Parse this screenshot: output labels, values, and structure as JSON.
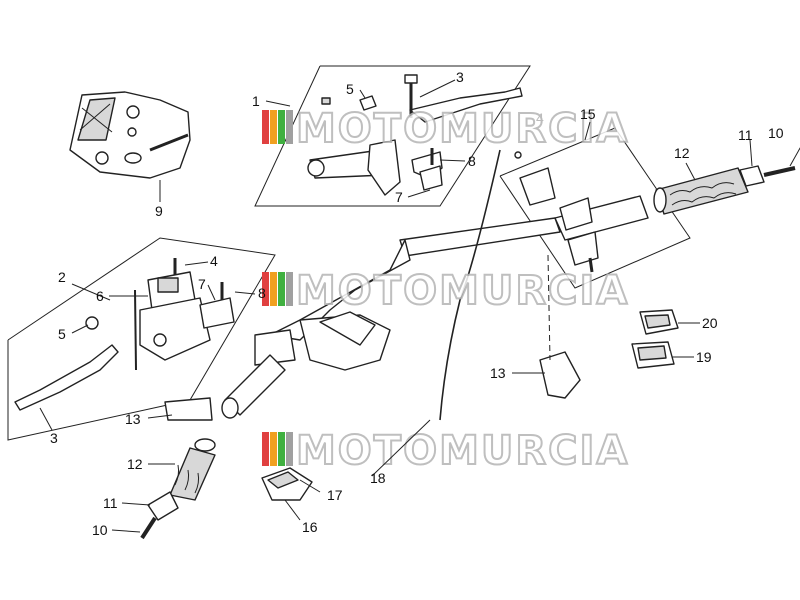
{
  "watermark": {
    "text": "MOTOMURCIA",
    "colors": [
      "#e04040",
      "#f0a020",
      "#40b040",
      "#a0a0a0"
    ]
  },
  "callouts": [
    {
      "id": "c1",
      "text": "1"
    },
    {
      "id": "c3a",
      "text": "3"
    },
    {
      "id": "c5a",
      "text": "5"
    },
    {
      "id": "c8a",
      "text": "8"
    },
    {
      "id": "c7a",
      "text": "7"
    },
    {
      "id": "c9",
      "text": "9"
    },
    {
      "id": "c15",
      "text": "15"
    },
    {
      "id": "c11a",
      "text": "11"
    },
    {
      "id": "c10a",
      "text": "10"
    },
    {
      "id": "c12a",
      "text": "12"
    },
    {
      "id": "c2",
      "text": "2"
    },
    {
      "id": "c4",
      "text": "4"
    },
    {
      "id": "c6",
      "text": "6"
    },
    {
      "id": "c7b",
      "text": "7"
    },
    {
      "id": "c8b",
      "text": "8"
    },
    {
      "id": "c5b",
      "text": "5"
    },
    {
      "id": "c3b",
      "text": "3"
    },
    {
      "id": "c13a",
      "text": "13"
    },
    {
      "id": "c12b",
      "text": "12"
    },
    {
      "id": "c11b",
      "text": "11"
    },
    {
      "id": "c10b",
      "text": "10"
    },
    {
      "id": "c17",
      "text": "17"
    },
    {
      "id": "c16",
      "text": "16"
    },
    {
      "id": "c18",
      "text": "18"
    },
    {
      "id": "c13b",
      "text": "13"
    },
    {
      "id": "c20",
      "text": "20"
    },
    {
      "id": "c19",
      "text": "19"
    },
    {
      "id": "c4b",
      "text": "4"
    }
  ]
}
